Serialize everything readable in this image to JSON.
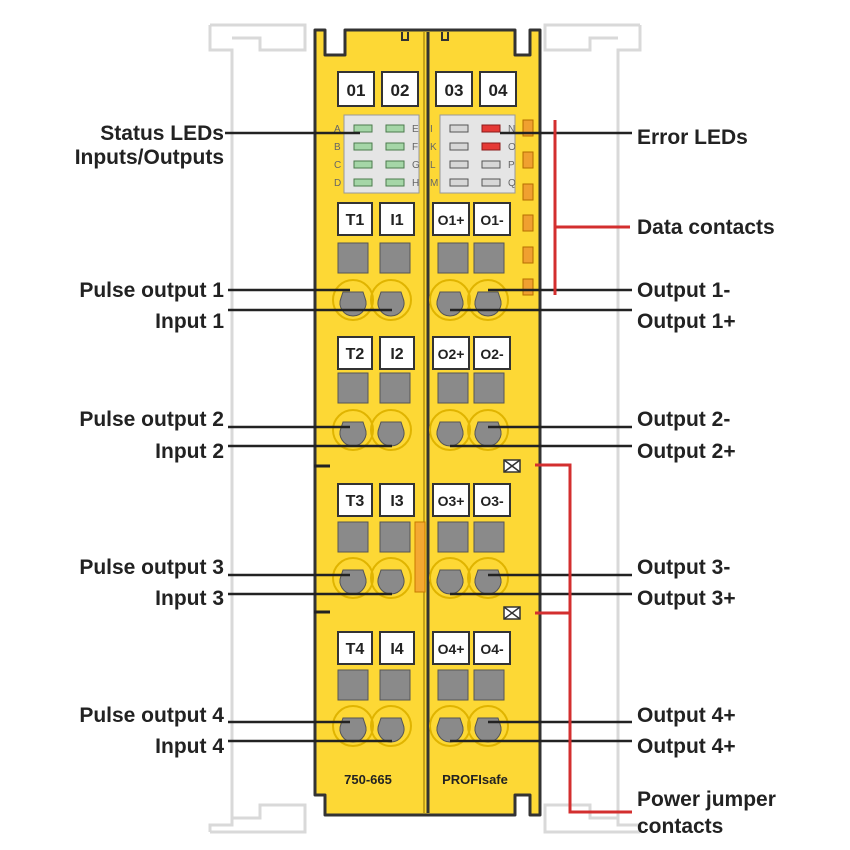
{
  "module": {
    "model": "750-665",
    "brand": "PROFIsafe",
    "channels": [
      "01",
      "02",
      "03",
      "04"
    ],
    "led_letters_left_a": [
      "A",
      "B",
      "C",
      "D"
    ],
    "led_letters_left_b": [
      "E",
      "F",
      "G",
      "H"
    ],
    "led_letters_right_a": [
      "I",
      "K",
      "L",
      "M"
    ],
    "led_letters_right_b": [
      "N",
      "O",
      "P",
      "Q"
    ],
    "terminal_rows": [
      [
        "T1",
        "I1",
        "O1+",
        "O1-"
      ],
      [
        "T2",
        "I2",
        "O2+",
        "O2-"
      ],
      [
        "T3",
        "I3",
        "O3+",
        "O3-"
      ],
      [
        "T4",
        "I4",
        "O4+",
        "O4-"
      ]
    ]
  },
  "labels": {
    "status_leds_1": "Status LEDs",
    "status_leds_2": "Inputs/Outputs",
    "error_leds": "Error LEDs",
    "data_contacts": "Data contacts",
    "power_jumper_1": "Power jumper",
    "power_jumper_2": "contacts",
    "left": [
      "Pulse output 1",
      "Input 1",
      "Pulse output 2",
      "Input 2",
      "Pulse output 3",
      "Input 3",
      "Pulse output 4",
      "Input 4"
    ],
    "right": [
      "Output 1-",
      "Output 1+",
      "Output 2-",
      "Output 2+",
      "Output 3-",
      "Output 3+",
      "Output 4+",
      "Output 4+"
    ]
  },
  "colors": {
    "module_yellow": "#fdd835",
    "outline": "#333333",
    "terminal_gray": "#8a8a8a",
    "led_green": "#a5d6a7",
    "led_red": "#e53935",
    "bracket_red": "#d32f2f",
    "data_contact_orange": "#f0a030",
    "rail_gray": "#d9d9d9"
  }
}
